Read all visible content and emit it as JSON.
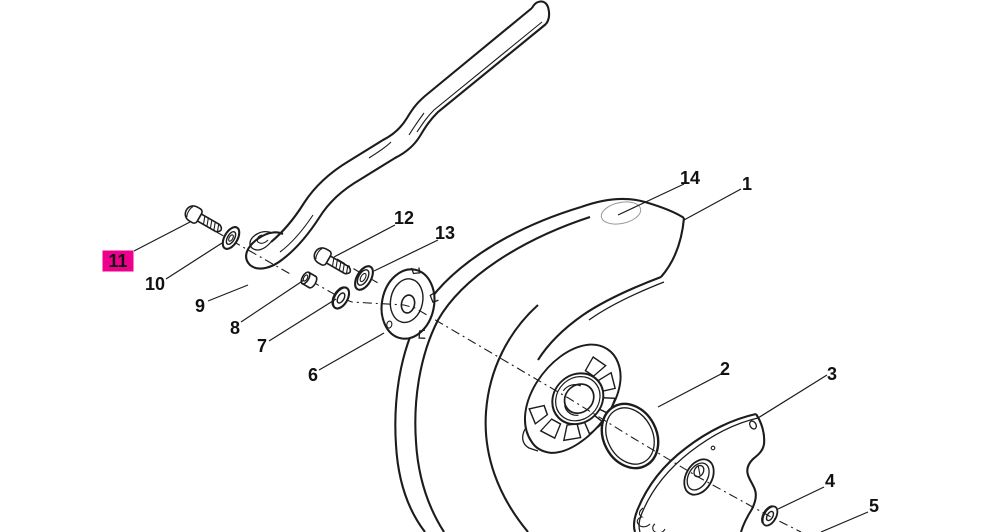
{
  "figure": {
    "kind": "exploded-parts-diagram"
  },
  "colors": {
    "background": "#ffffff",
    "line": "#1c1c1c",
    "highlight": "#ec008c",
    "callout_text": "#111111"
  },
  "highlighted_callout": "11",
  "callouts": [
    {
      "text": "1",
      "highlighted": false
    },
    {
      "text": "2",
      "highlighted": false
    },
    {
      "text": "3",
      "highlighted": false
    },
    {
      "text": "4",
      "highlighted": false
    },
    {
      "text": "5",
      "highlighted": false
    },
    {
      "text": "6",
      "highlighted": false
    },
    {
      "text": "7",
      "highlighted": false
    },
    {
      "text": "8",
      "highlighted": false
    },
    {
      "text": "9",
      "highlighted": false
    },
    {
      "text": "10",
      "highlighted": false
    },
    {
      "text": "11",
      "highlighted": true
    },
    {
      "text": "12",
      "highlighted": false
    },
    {
      "text": "13",
      "highlighted": false
    },
    {
      "text": "14",
      "highlighted": false
    }
  ]
}
